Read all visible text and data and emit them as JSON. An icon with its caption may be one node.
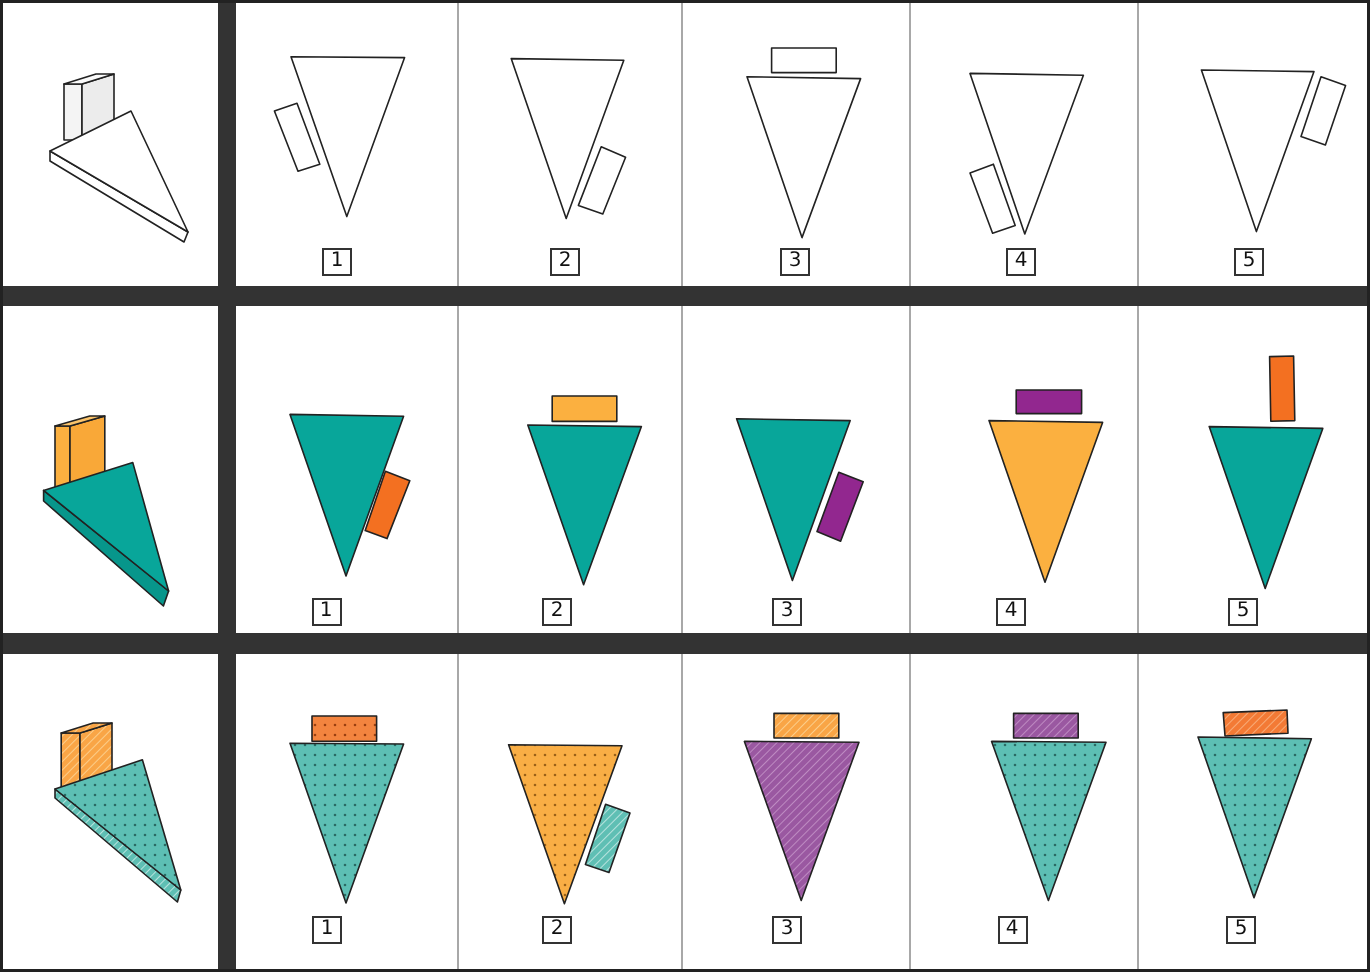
{
  "diagram": {
    "nodes": [
      {
        "text": [
          "1"
        ]
      },
      {
        "text": [
          "2"
        ]
      },
      {
        "text": [
          "3"
        ]
      },
      {
        "text": [
          "4"
        ]
      },
      {
        "text": [
          "5"
        ]
      },
      {
        "text": [
          "1"
        ]
      },
      {
        "text": [
          "2"
        ]
      },
      {
        "text": [
          "3"
        ]
      },
      {
        "text": [
          "4"
        ]
      },
      {
        "text": [
          "5"
        ]
      },
      {
        "text": [
          "1"
        ]
      },
      {
        "text": [
          "2"
        ]
      },
      {
        "text": [
          "3"
        ]
      },
      {
        "text": [
          "4"
        ]
      },
      {
        "text": [
          "5"
        ]
      }
    ]
  }
}
